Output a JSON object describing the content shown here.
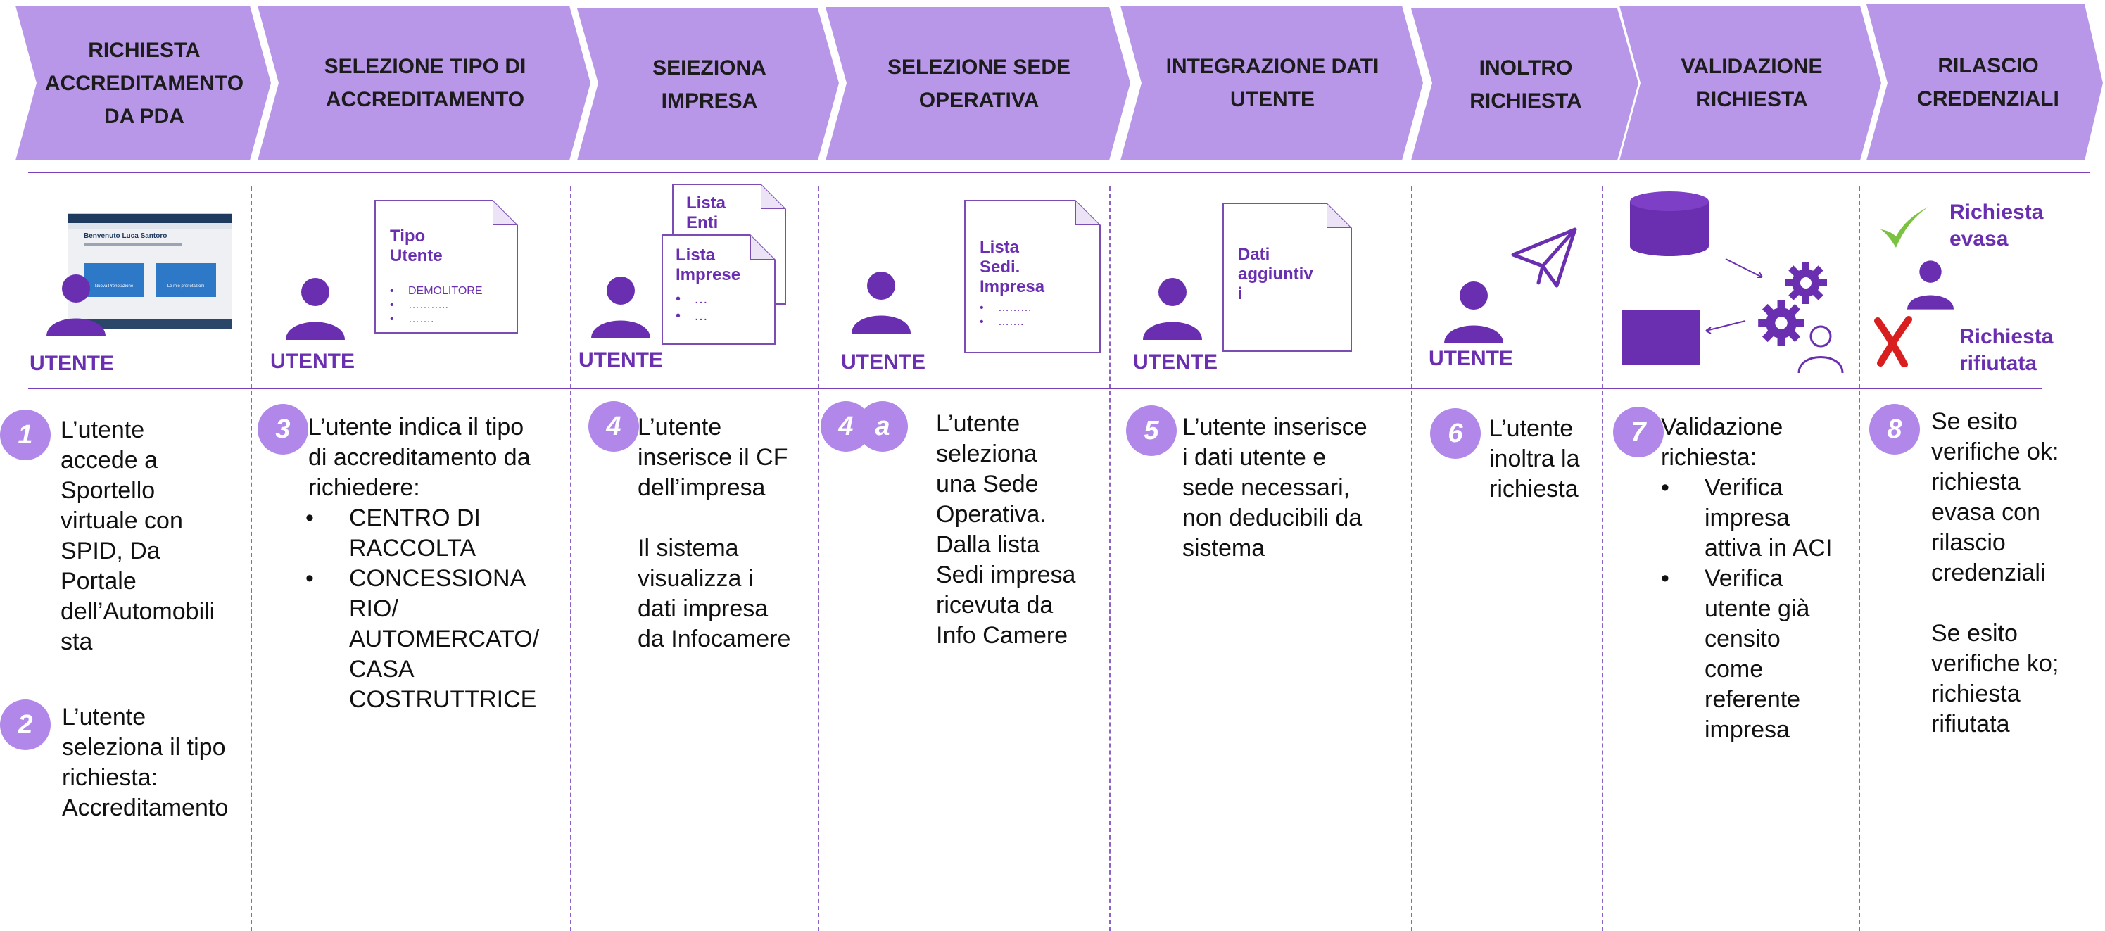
{
  "steps": [
    {
      "label": "RICHIESTA\nACCREDITAMENTO\nDA PDA"
    },
    {
      "label": "SELEZIONE TIPO DI\nACCREDITAMENTO"
    },
    {
      "label": "SEIEZIONA\nIMPRESA"
    },
    {
      "label": "SELEZIONE SEDE\nOPERATIVA"
    },
    {
      "label": "INTEGRAZIONE DATI\nUTENTE"
    },
    {
      "label": "INOLTRO\nRICHIESTA"
    },
    {
      "label": "VALIDAZIONE\nRICHIESTA"
    },
    {
      "label": "RILASCIO\nCREDENZIALI"
    }
  ],
  "actor_label": "UTENTE",
  "screenshot": {
    "greeting": "Benvenuto Luca Santoro",
    "left_card": "Nuova Prenotazione",
    "right_card": "Le mie prenotazioni"
  },
  "docs": {
    "tipo_utente": {
      "title": "Tipo\nUtente",
      "items": [
        "DEMOLITORE",
        "………..",
        "……."
      ]
    },
    "lista_enti": {
      "title": "Lista\nEnti"
    },
    "lista_imprese": {
      "title": "Lista\nImprese",
      "items": [
        "…",
        "…"
      ]
    },
    "lista_sedi": {
      "title": "Lista\nSedi.\nImpresa",
      "items": [
        "………",
        "……."
      ]
    },
    "dati_aggiuntivi": {
      "title": "Dati\naggiuntiv\ni"
    }
  },
  "status": {
    "evasa": "Richiesta\nevasa",
    "rifiutata": "Richiesta\nrifiutata"
  },
  "badges": {
    "b1": "1",
    "b2": "2",
    "b3": "3",
    "b4": "4",
    "b4a_num": "4",
    "b4a_letter": "a",
    "b5": "5",
    "b6": "6",
    "b7": "7",
    "b8": "8"
  },
  "descriptions": {
    "d1": "L’utente\naccede a\nSportello\nvirtuale con\nSPID, Da\nPortale\ndell’Automobili\nsta",
    "d2": "L’utente\nseleziona il tipo\nrichiesta:\nAccreditamento",
    "d3": "L’utente indica il tipo\ndi accreditamento da\nrichiedere:",
    "d3_items": [
      "CENTRO DI\nRACCOLTA",
      "CONCESSIONA\nRIO/\nAUTOMERCATO/\nCASA\nCOSTRUTTRICE"
    ],
    "d4": "L’utente\ninserisce il CF\ndell’impresa\n\nIl sistema\nvisualizza i\ndati impresa\nda Infocamere",
    "d4a": "L’utente\nseleziona\nuna Sede\nOperativa.\nDalla lista\nSedi impresa\nricevuta da\nInfo Camere",
    "d5": "L’utente inserisce\ni dati utente e\nsede necessari,\nnon deducibili da\nsistema",
    "d6": "L’utente\ninoltra la\nrichiesta",
    "d7": "Validazione\nrichiesta:",
    "d7_items": [
      "Verifica\nimpresa\nattiva in ACI",
      "Verifica\nutente già\ncensito\ncome\nreferente\nimpresa"
    ],
    "d8": "Se esito\nverifiche ok:\nrichiesta\nevasa con\nrilascio\ncredenziali\n\nSe esito\nverifiche ko;\nrichiesta\nrifiutata"
  },
  "colors": {
    "chevron": "#b897e8",
    "accent": "#6a2fb0",
    "badge": "#b188ea",
    "check": "#7cc242",
    "cross": "#d81e1e"
  }
}
